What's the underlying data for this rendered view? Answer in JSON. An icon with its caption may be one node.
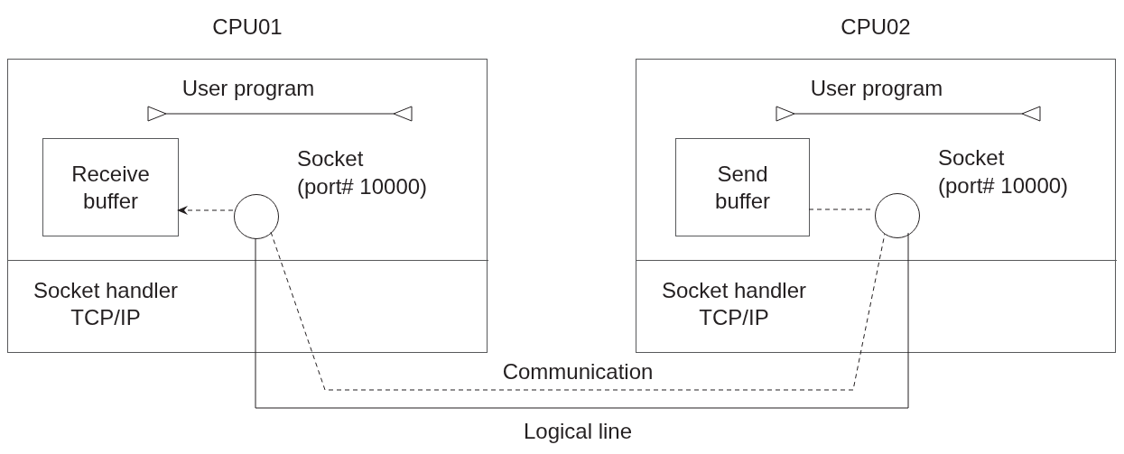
{
  "diagram": {
    "nodes": [
      {
        "text": [
          "CPU01"
        ]
      },
      {
        "text": [
          "User program"
        ],
        "in": 0
      },
      {
        "text": [
          "Receive buffer"
        ],
        "in": 1
      },
      {
        "text": [
          "Socket (port# 10000)"
        ],
        "in": 1
      },
      {
        "text": [
          "Socket handler TCP/IP"
        ],
        "in": 0
      },
      {
        "text": [
          "CPU02"
        ]
      },
      {
        "text": [
          "User program"
        ],
        "in": 5
      },
      {
        "text": [
          "Send buffer"
        ],
        "in": 6
      },
      {
        "text": [
          "Socket (port# 10000)"
        ],
        "in": 6
      },
      {
        "text": [
          "Socket handler TCP/IP"
        ],
        "in": 5
      }
    ],
    "edges": [
      {
        "from": 3,
        "to": 2,
        "arrow": "to",
        "style": "dashed"
      },
      {
        "from": 7,
        "to": 8,
        "arrow": "none",
        "style": "dashed"
      },
      {
        "from": 3,
        "to": 8,
        "arrow": "none",
        "style": "dashed",
        "label": "Communication"
      },
      {
        "from": 3,
        "to": 8,
        "arrow": "none",
        "label": "Logical line"
      }
    ]
  }
}
